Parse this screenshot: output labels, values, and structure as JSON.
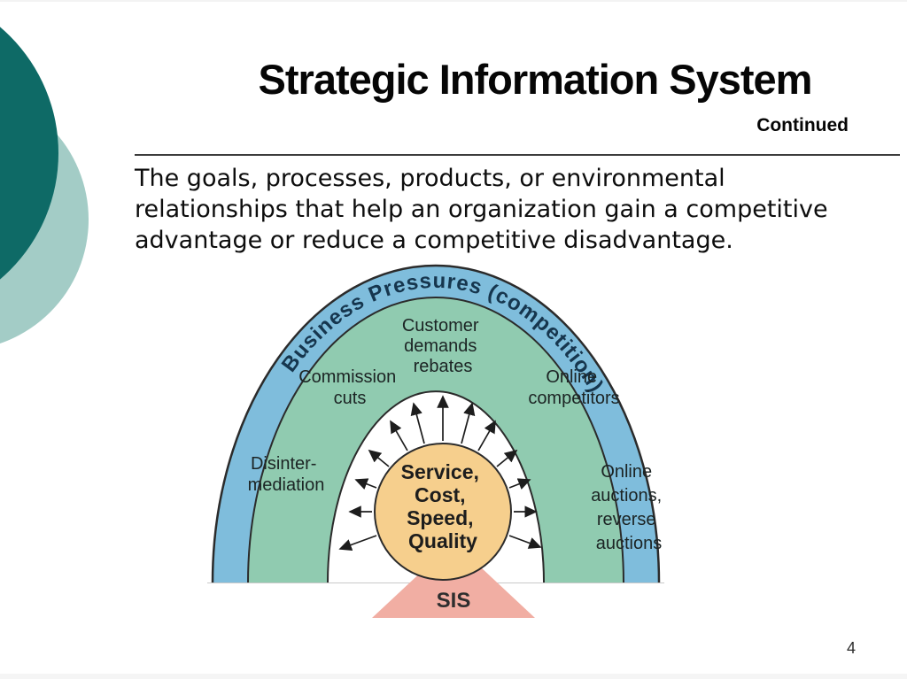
{
  "slide": {
    "title": "Strategic Information System",
    "subtitle": "Continued",
    "body": "The goals, processes, products, or environmental\nrelationships that help an organization gain a competitive\nadvantage or reduce a competitive disadvantage.",
    "page_number": "4"
  },
  "diagram": {
    "outer_ring_label": "Business Pressures (competition)",
    "center_circle_lines": [
      "Service,",
      "Cost,",
      "Speed,",
      "Quality"
    ],
    "base_label": "SIS",
    "pressure_labels": {
      "top": [
        "Customer",
        "demands",
        "rebates"
      ],
      "upper_left": [
        "Commission",
        "cuts"
      ],
      "upper_right": [
        "Online",
        "competitors"
      ],
      "left": [
        "Disinter-",
        "mediation"
      ],
      "right": [
        "Online",
        "auctions,",
        "reverse",
        "auctions"
      ]
    },
    "colors": {
      "outer_ring": "#7fbddc",
      "inner_ring": "#90cbb0",
      "center_circle": "#f6cf8d",
      "base_triangle": "#f1aea3",
      "outline": "#2b2b2b",
      "label_text": "#1c2424",
      "curved_text": "#16364e"
    }
  },
  "decor": {
    "dark_circle_color": "#0e6a66",
    "light_circle_color": "#a3ccc6"
  }
}
